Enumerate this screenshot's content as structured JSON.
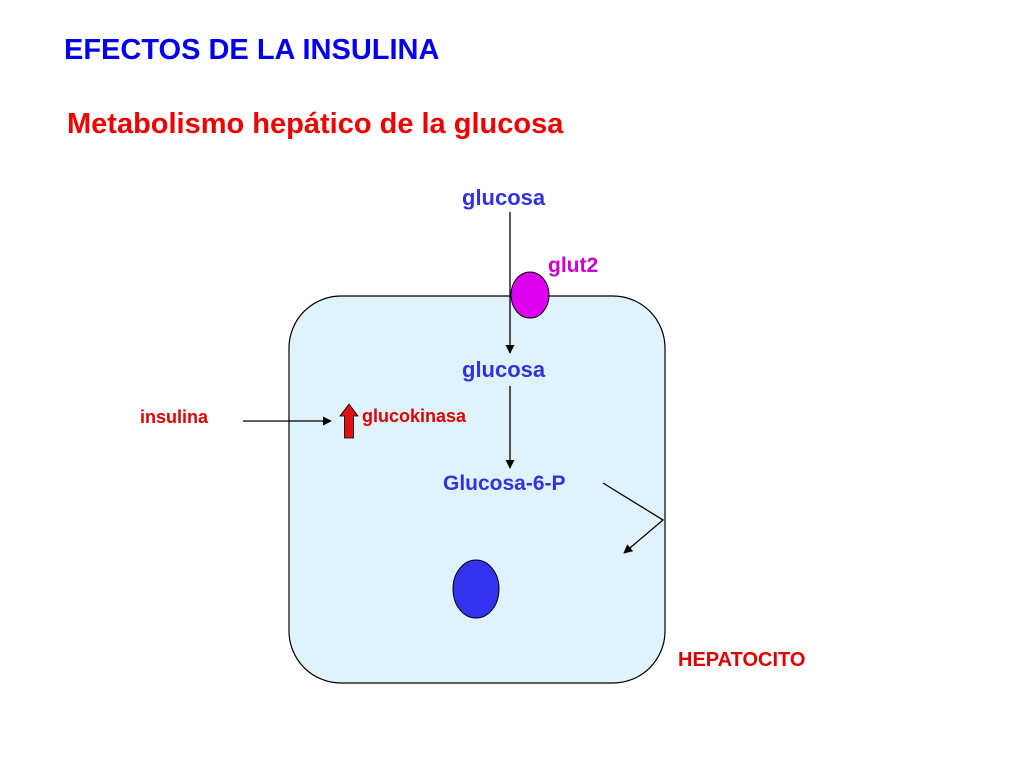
{
  "title": "EFECTOS DE LA INSULINA",
  "subtitle": "Metabolismo hepático de la glucosa",
  "labels": {
    "glucosa_outside": "glucosa",
    "glut2": "glut2",
    "glucosa_inside": "glucosa",
    "insulina": "insulina",
    "glucokinasa": "glucokinasa",
    "glucosa_6_p": "Glucosa-6-P",
    "hepatocito": "HEPATOCITO"
  },
  "colors": {
    "cell_fill": "#e0f2fb",
    "glut2_fill": "#dd00ee",
    "nucleus_fill": "#3333ee",
    "up_arrow_fill": "#dd1111"
  }
}
